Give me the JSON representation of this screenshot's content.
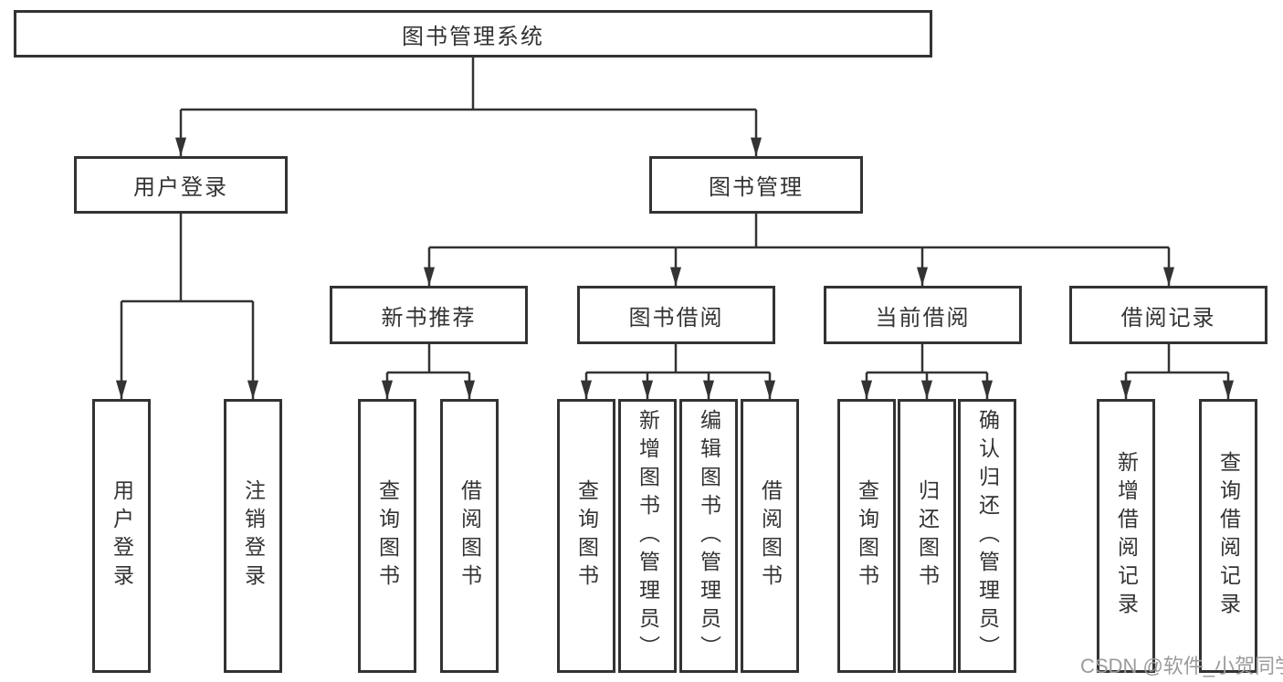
{
  "diagram": {
    "root": "图书管理系统",
    "level2": [
      "用户登录",
      "图书管理"
    ],
    "level3": [
      "新书推荐",
      "图书借阅",
      "当前借阅",
      "借阅记录"
    ],
    "leaf_groups": {
      "user_login": [
        "用户登录",
        "注销登录"
      ],
      "new_book_recommend": [
        "查询图书",
        "借阅图书"
      ],
      "book_borrow": [
        "查询图书",
        "新增图书（管理员）",
        "编辑图书（管理员）",
        "借阅图书"
      ],
      "current_borrow": [
        "查询图书",
        "归还图书",
        "确认归还（管理员）"
      ],
      "borrow_records": [
        "新增借阅记录",
        "查询借阅记录"
      ]
    }
  },
  "watermark": "CSDN @软件_小贺同学",
  "colors": {
    "line": "#333333",
    "border": "#333333",
    "box_fill": "#ffffff",
    "text": "#333333",
    "watermark": "#9b9b9b",
    "background": "#ffffff"
  }
}
